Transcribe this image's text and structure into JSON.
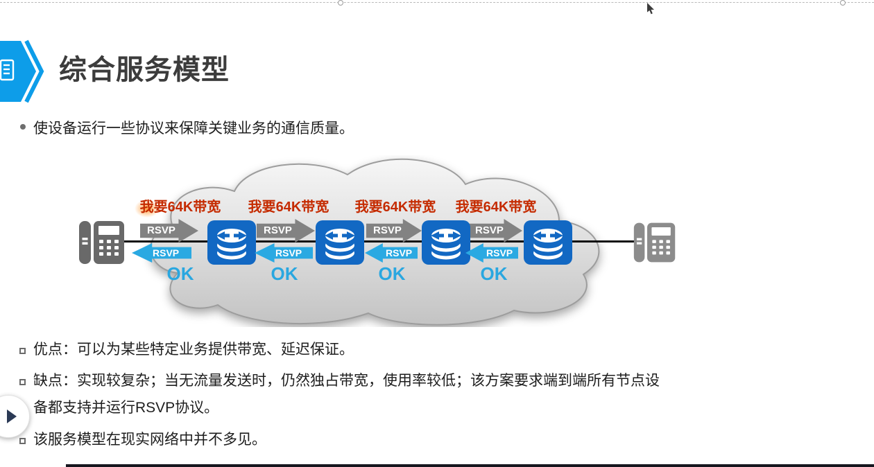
{
  "header": {
    "title": "综合服务模型"
  },
  "intro": {
    "text": "使设备运行一些协议来保障关键业务的通信质量。"
  },
  "diagram": {
    "request_label": "我要64K带宽",
    "rsvp_label": "RSVP",
    "ok_label": "OK",
    "colors": {
      "router_blue": "#1268c3",
      "forward_arrow_gray": "#828282",
      "back_arrow_blue": "#2aa9e2",
      "ok_blue": "#2aa7e0",
      "request_red": "#c52b00",
      "accent_blue": "#0d9de9",
      "cloud_gray": "#d6d6d6"
    },
    "icons": {
      "badge": "document-chevron-icon",
      "endpoint": "telephone-icon",
      "node": "router-icon",
      "nav": "next-arrow-icon",
      "pointer": "mouse-cursor-icon"
    }
  },
  "bullets": [
    "优点：可以为某些特定业务提供带宽、延迟保证。",
    "缺点：实现较复杂；当无流量发送时，仍然独占带宽，使用率较低；该方案要求端到端所有节点设备都支持并运行RSVP协议。",
    "该服务模型在现实网络中并不多见。"
  ]
}
